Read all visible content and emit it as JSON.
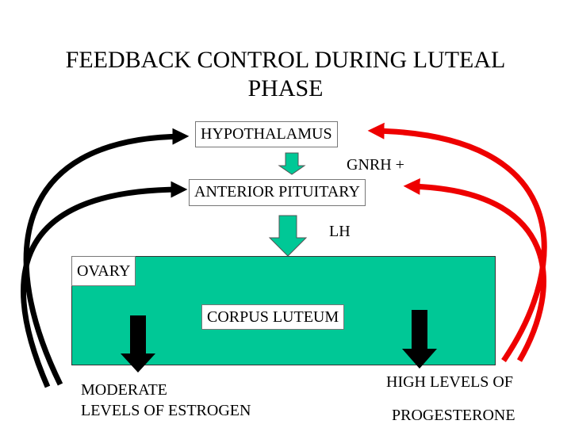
{
  "title": {
    "line1": "FEEDBACK CONTROL DURING LUTEAL",
    "line2": "PHASE"
  },
  "nodes": {
    "hypothalamus": "HYPOTHALAMUS",
    "anterior_pituitary": "ANTERIOR PITUITARY",
    "ovary": "OVARY",
    "corpus_luteum": "CORPUS LUTEUM"
  },
  "labels": {
    "gnrh": "GNRH +",
    "lh": "LH",
    "estrogen_line1": "MODERATE",
    "estrogen_line2": "LEVELS OF ESTROGEN",
    "progesterone_line1": "HIGH LEVELS OF",
    "progesterone_line2": "PROGESTERONE"
  },
  "colors": {
    "ovary_fill": "#00c896",
    "hormone_arrow": "#00c896",
    "negative_feedback": "#000000",
    "positive_feedback": "#ee0000"
  }
}
